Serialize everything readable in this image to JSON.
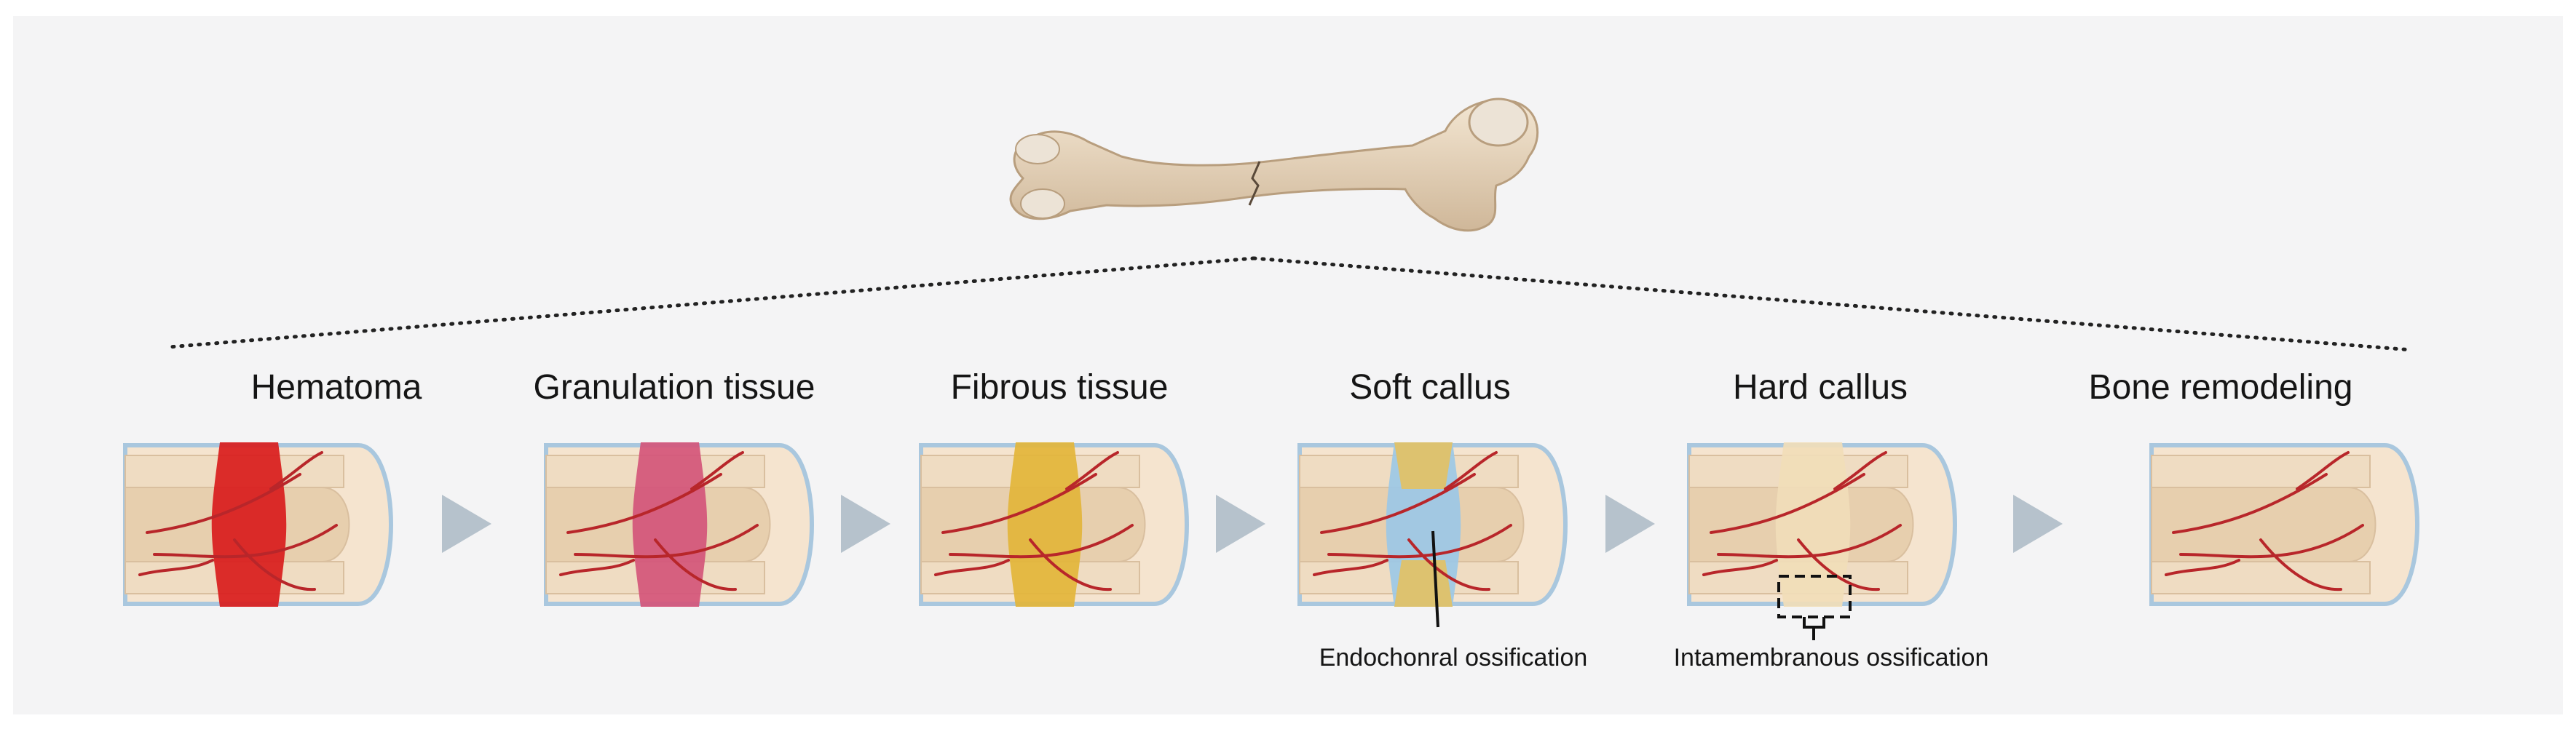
{
  "stages": [
    {
      "title": "Hematoma",
      "tissue_color": "#d91c1c",
      "bone_color": "#efdcc2"
    },
    {
      "title": "Granulation tissue",
      "tissue_color": "#d4557a",
      "bone_color": "#efdcc2"
    },
    {
      "title": "Fibrous tissue",
      "tissue_color": "#e3b53a",
      "bone_color": "#efdcc2"
    },
    {
      "title": "Soft callus",
      "tissue_color": "#9cc8e6",
      "bone_color": "#efdcc2"
    },
    {
      "title": "Hard callus",
      "tissue_color": "#f1ddb8",
      "bone_color": "#efdcc2"
    },
    {
      "title": "Bone remodeling",
      "tissue_color": "",
      "bone_color": "#efdcc2"
    }
  ],
  "callouts": {
    "endochondral": "Endochonral ossification",
    "intramembranous": "Intamembranous ossification"
  },
  "colors": {
    "arrow": "#b6c2cc",
    "vessel": "#b8262a",
    "periosteum": "#a9c7de",
    "bone": "#efdcc2",
    "bone_shadow": "#d9bf9f",
    "femur": "#e8d6bd"
  }
}
